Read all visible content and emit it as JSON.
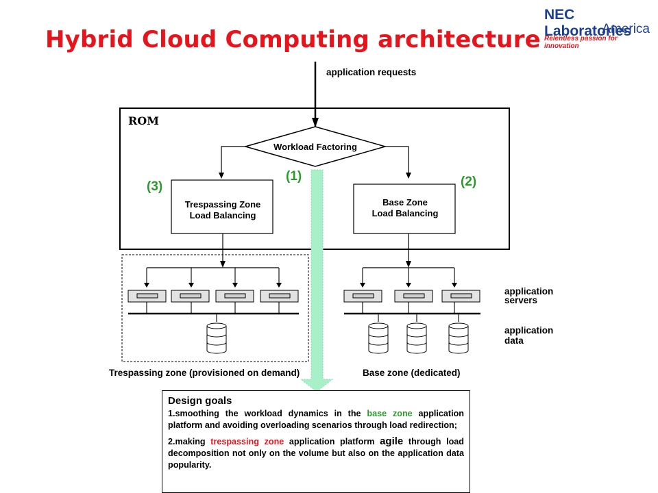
{
  "title": "Hybrid Cloud Computing architecture",
  "logo": {
    "line1": "NEC Laboratories",
    "line2": "America",
    "tagline": "Relentless passion for innovation"
  },
  "diagram": {
    "app_requests": "application requests",
    "rom": "ROM",
    "workload_factoring": "Workload Factoring",
    "marker1": "(1)",
    "marker2": "(2)",
    "marker3": "(3)",
    "trespass_lb_l1": "Trespassing Zone",
    "trespass_lb_l2": "Load Balancing",
    "base_lb_l1": "Base Zone",
    "base_lb_l2": "Load Balancing",
    "app_servers_l1": "application",
    "app_servers_l2": "servers",
    "app_data_l1": "application",
    "app_data_l2": "data",
    "trespass_caption": "Trespassing zone (provisioned on demand)",
    "base_caption": "Base zone (dedicated)"
  },
  "goals": {
    "title": "Design goals",
    "g1_a": "1.smoothing the workload dynamics in the ",
    "g1_hl": "base zone",
    "g1_b": " application platform and avoiding overloading scenarios through load redirection;",
    "g2_a": "2.making ",
    "g2_hl": "trespassing zone",
    "g2_b": " application platform ",
    "g2_big": "agile",
    "g2_c": " through load decomposition not only on the volume but also on the application data popularity."
  },
  "colors": {
    "title_red": "#e8141c",
    "marker_green": "#2a9a2a",
    "logo_blue": "#1c3f94",
    "redirect_arrow": "#a8f0c8"
  }
}
